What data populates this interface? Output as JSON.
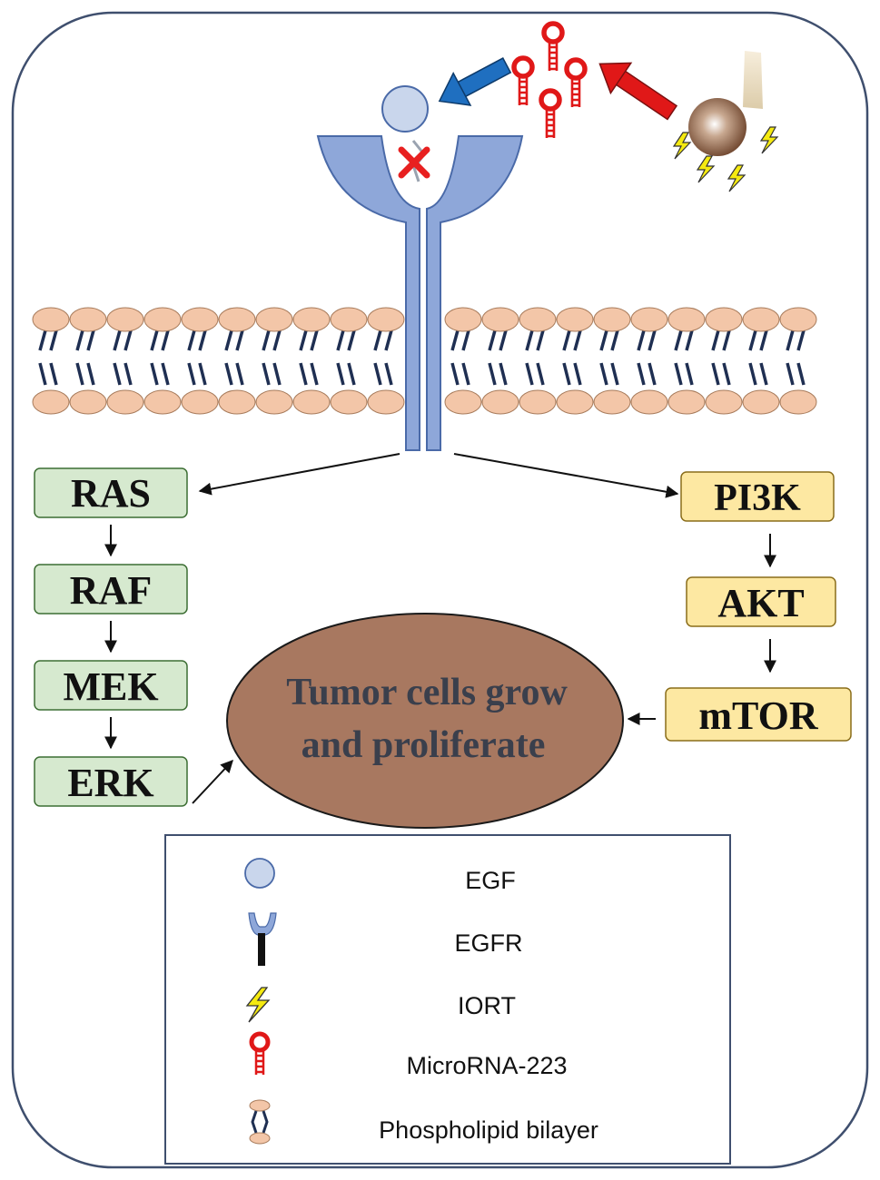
{
  "pathway": {
    "left": [
      "RAS",
      "RAF",
      "MEK",
      "ERK"
    ],
    "right": [
      "PI3K",
      "AKT",
      "mTOR"
    ]
  },
  "outcome": {
    "line1": "Tumor cells grow",
    "line2": "and proliferate"
  },
  "legend": {
    "items": [
      {
        "label": "EGF",
        "icon": "egf-icon"
      },
      {
        "label": "EGFR",
        "icon": "egfr-icon"
      },
      {
        "label": "IORT",
        "icon": "iort-lightning-icon"
      },
      {
        "label": "MicroRNA-223",
        "icon": "microrna-icon"
      },
      {
        "label": "Phospholipid bilayer",
        "icon": "phospholipid-icon"
      }
    ]
  },
  "colors": {
    "cell_border": "#3f4f6e",
    "receptor": "#8ea7d9",
    "receptor_stroke": "#4a6aa8",
    "egf": "#c9d6ec",
    "lipid_head": "#f3c6a8",
    "lipid_tail": "#1f2f52",
    "green_box": "#d6e9cf",
    "yellow_box": "#fde8a2",
    "tumor": "#a87860",
    "microrna": "#e01818",
    "blue_arrow": "#1f6fc0",
    "lightning": "#f5ea10"
  }
}
